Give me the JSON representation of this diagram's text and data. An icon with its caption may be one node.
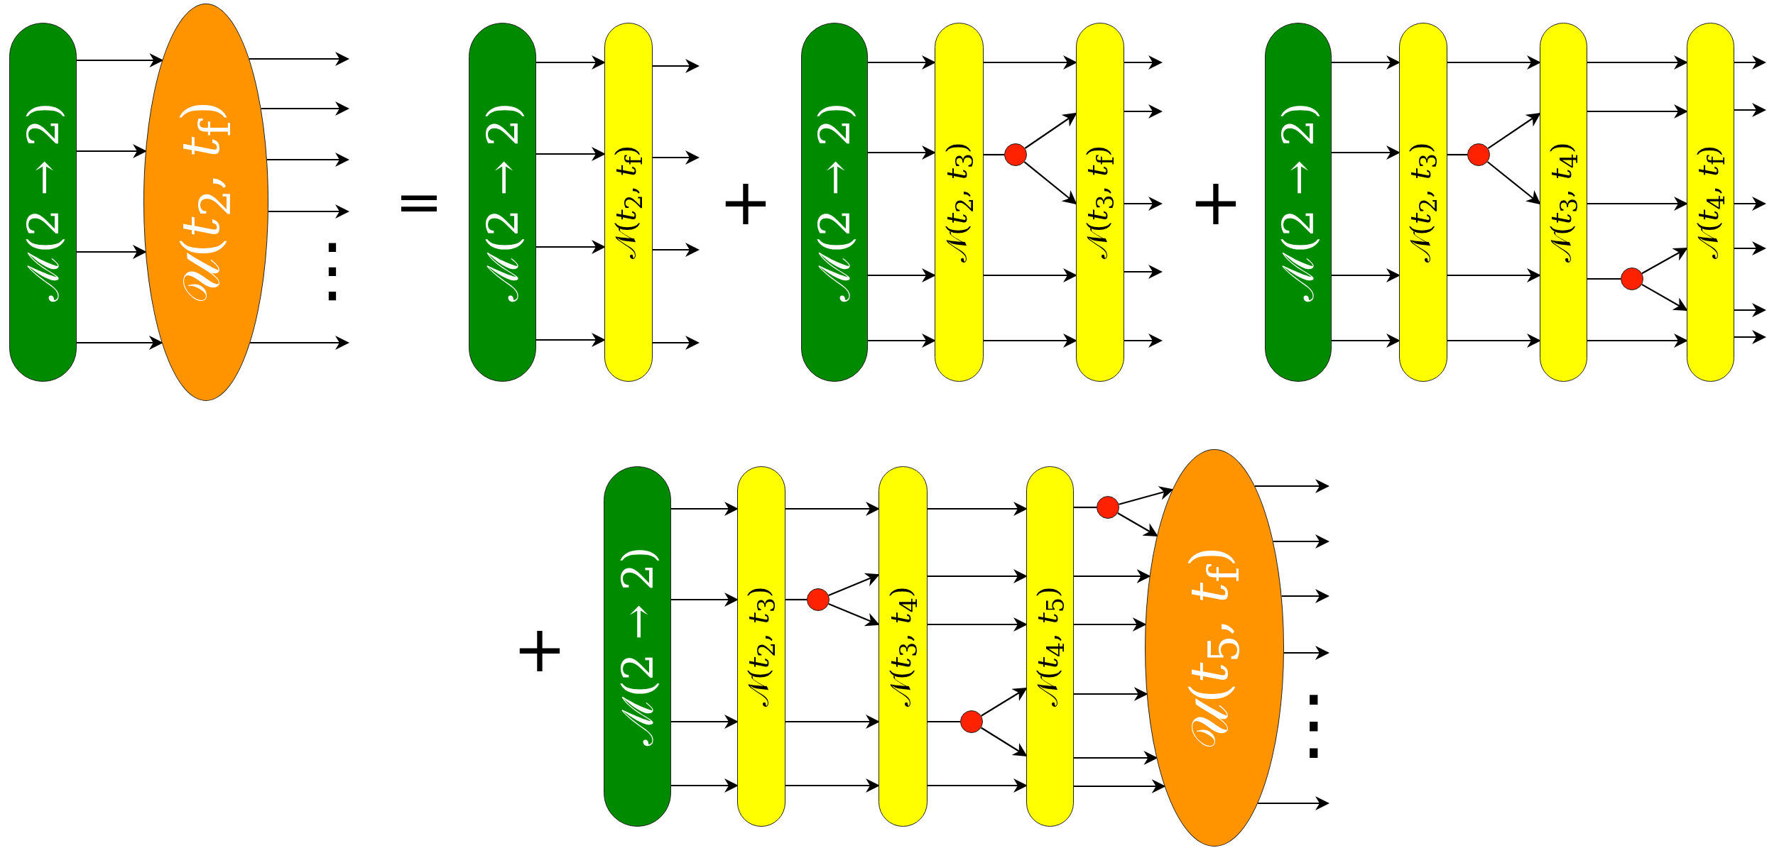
{
  "diagram": {
    "nodes": [
      {
        "text": [
          "ℳ(2 → 2)"
        ]
      },
      {
        "text": [
          "𝒰(*t*$_{2}$, *t*$_{f}$)"
        ]
      },
      {
        "text": [
          "ℳ(2 → 2)"
        ]
      },
      {
        "text": [
          "𝒩(*t*$_{2}$, *t*$_{f}$)"
        ]
      },
      {
        "text": [
          "ℳ(2 → 2)"
        ]
      },
      {
        "text": [
          "𝒩(*t*$_{2}$, *t*$_{3}$)"
        ]
      },
      {
        "text": [],
        "shape": "circle"
      },
      {
        "text": [
          "𝒩(*t*$_{3}$, *t*$_{f}$)"
        ]
      },
      {
        "text": [
          "ℳ(2 → 2)"
        ]
      },
      {
        "text": [
          "𝒩(*t*$_{2}$, *t*$_{3}$)"
        ]
      },
      {
        "text": [],
        "shape": "circle"
      },
      {
        "text": [
          "𝒩(*t*$_{3}$, *t*$_{4}$)"
        ]
      },
      {
        "text": [],
        "shape": "circle"
      },
      {
        "text": [
          "𝒩(*t*$_{4}$, *t*$_{f}$)"
        ]
      },
      {
        "text": [
          "ℳ(2 → 2)"
        ]
      },
      {
        "text": [
          "𝒩(*t*$_{2}$, *t*$_{3}$)"
        ]
      },
      {
        "text": [],
        "shape": "circle"
      },
      {
        "text": [
          "𝒩(*t*$_{3}$, *t*$_{4}$)"
        ]
      },
      {
        "text": [],
        "shape": "circle"
      },
      {
        "text": [
          "𝒩(*t*$_{4}$, *t*$_{5}$)"
        ]
      },
      {
        "text": [],
        "shape": "circle"
      },
      {
        "text": [
          "𝒰(*t*$_{5}$, *t*$_{f}$)"
        ]
      }
    ],
    "edges": [
      {
        "from": 0,
        "to": 1,
        "arrow": "to"
      },
      {
        "from": 0,
        "to": 1,
        "arrow": "to"
      },
      {
        "from": 0,
        "to": 1,
        "arrow": "to"
      },
      {
        "from": 0,
        "to": 1,
        "arrow": "to"
      },
      {
        "from": 1,
        "to": null,
        "arrow": "to"
      },
      {
        "from": 1,
        "to": null,
        "arrow": "to"
      },
      {
        "from": 1,
        "to": null,
        "arrow": "to"
      },
      {
        "from": 1,
        "to": null,
        "arrow": "to"
      },
      {
        "from": 1,
        "to": null,
        "arrow": "to"
      },
      {
        "from": 2,
        "to": 3,
        "arrow": "to"
      },
      {
        "from": 2,
        "to": 3,
        "arrow": "to"
      },
      {
        "from": 2,
        "to": 3,
        "arrow": "to"
      },
      {
        "from": 2,
        "to": 3,
        "arrow": "to"
      },
      {
        "from": 3,
        "to": null,
        "arrow": "to"
      },
      {
        "from": 3,
        "to": null,
        "arrow": "to"
      },
      {
        "from": 3,
        "to": null,
        "arrow": "to"
      },
      {
        "from": 3,
        "to": null,
        "arrow": "to"
      },
      {
        "from": 4,
        "to": 5,
        "arrow": "to"
      },
      {
        "from": 4,
        "to": 5,
        "arrow": "to"
      },
      {
        "from": 4,
        "to": 5,
        "arrow": "to"
      },
      {
        "from": 4,
        "to": 5,
        "arrow": "to"
      },
      {
        "from": 5,
        "to": 7,
        "arrow": "to"
      },
      {
        "from": 5,
        "to": 6,
        "arrow": "none"
      },
      {
        "from": 6,
        "to": 7,
        "arrow": "to"
      },
      {
        "from": 6,
        "to": 7,
        "arrow": "to"
      },
      {
        "from": 5,
        "to": 7,
        "arrow": "to"
      },
      {
        "from": 5,
        "to": 7,
        "arrow": "to"
      },
      {
        "from": 7,
        "to": null,
        "arrow": "to"
      },
      {
        "from": 7,
        "to": null,
        "arrow": "to"
      },
      {
        "from": 7,
        "to": null,
        "arrow": "to"
      },
      {
        "from": 7,
        "to": null,
        "arrow": "to"
      },
      {
        "from": 7,
        "to": null,
        "arrow": "to"
      },
      {
        "from": 8,
        "to": 9,
        "arrow": "to"
      },
      {
        "from": 8,
        "to": 9,
        "arrow": "to"
      },
      {
        "from": 8,
        "to": 9,
        "arrow": "to"
      },
      {
        "from": 8,
        "to": 9,
        "arrow": "to"
      },
      {
        "from": 9,
        "to": 11,
        "arrow": "to"
      },
      {
        "from": 9,
        "to": 10,
        "arrow": "none"
      },
      {
        "from": 10,
        "to": 11,
        "arrow": "to"
      },
      {
        "from": 10,
        "to": 11,
        "arrow": "to"
      },
      {
        "from": 9,
        "to": 11,
        "arrow": "to"
      },
      {
        "from": 9,
        "to": 11,
        "arrow": "to"
      },
      {
        "from": 11,
        "to": 13,
        "arrow": "to"
      },
      {
        "from": 11,
        "to": 13,
        "arrow": "to"
      },
      {
        "from": 11,
        "to": 13,
        "arrow": "to"
      },
      {
        "from": 11,
        "to": 12,
        "arrow": "none"
      },
      {
        "from": 12,
        "to": 13,
        "arrow": "to"
      },
      {
        "from": 12,
        "to": 13,
        "arrow": "to"
      },
      {
        "from": 11,
        "to": 13,
        "arrow": "to"
      },
      {
        "from": 13,
        "to": null,
        "arrow": "to"
      },
      {
        "from": 13,
        "to": null,
        "arrow": "to"
      },
      {
        "from": 13,
        "to": null,
        "arrow": "to"
      },
      {
        "from": 13,
        "to": null,
        "arrow": "to"
      },
      {
        "from": 13,
        "to": null,
        "arrow": "to"
      },
      {
        "from": 13,
        "to": null,
        "arrow": "to"
      },
      {
        "from": 14,
        "to": 15,
        "arrow": "to"
      },
      {
        "from": 14,
        "to": 15,
        "arrow": "to"
      },
      {
        "from": 14,
        "to": 15,
        "arrow": "to"
      },
      {
        "from": 14,
        "to": 15,
        "arrow": "to"
      },
      {
        "from": 15,
        "to": 17,
        "arrow": "to"
      },
      {
        "from": 15,
        "to": 16,
        "arrow": "none"
      },
      {
        "from": 16,
        "to": 17,
        "arrow": "to"
      },
      {
        "from": 16,
        "to": 17,
        "arrow": "to"
      },
      {
        "from": 15,
        "to": 17,
        "arrow": "to"
      },
      {
        "from": 15,
        "to": 17,
        "arrow": "to"
      },
      {
        "from": 17,
        "to": 19,
        "arrow": "to"
      },
      {
        "from": 17,
        "to": 19,
        "arrow": "to"
      },
      {
        "from": 17,
        "to": 19,
        "arrow": "to"
      },
      {
        "from": 17,
        "to": 18,
        "arrow": "none"
      },
      {
        "from": 18,
        "to": 19,
        "arrow": "to"
      },
      {
        "from": 18,
        "to": 19,
        "arrow": "to"
      },
      {
        "from": 17,
        "to": 19,
        "arrow": "to"
      },
      {
        "from": 19,
        "to": 20,
        "arrow": "none"
      },
      {
        "from": 20,
        "to": 21,
        "arrow": "to"
      },
      {
        "from": 20,
        "to": 21,
        "arrow": "to"
      },
      {
        "from": 19,
        "to": 21,
        "arrow": "to"
      },
      {
        "from": 19,
        "to": 21,
        "arrow": "to"
      },
      {
        "from": 19,
        "to": 21,
        "arrow": "to"
      },
      {
        "from": 19,
        "to": 21,
        "arrow": "to"
      },
      {
        "from": 19,
        "to": 21,
        "arrow": "to"
      },
      {
        "from": 21,
        "to": null,
        "arrow": "to"
      },
      {
        "from": 21,
        "to": null,
        "arrow": "to"
      },
      {
        "from": 21,
        "to": null,
        "arrow": "to"
      },
      {
        "from": 21,
        "to": null,
        "arrow": "to"
      },
      {
        "from": 21,
        "to": null,
        "arrow": "to"
      }
    ],
    "labels": [
      "⋮",
      "=",
      "+",
      "+",
      "+",
      "⋮"
    ]
  }
}
